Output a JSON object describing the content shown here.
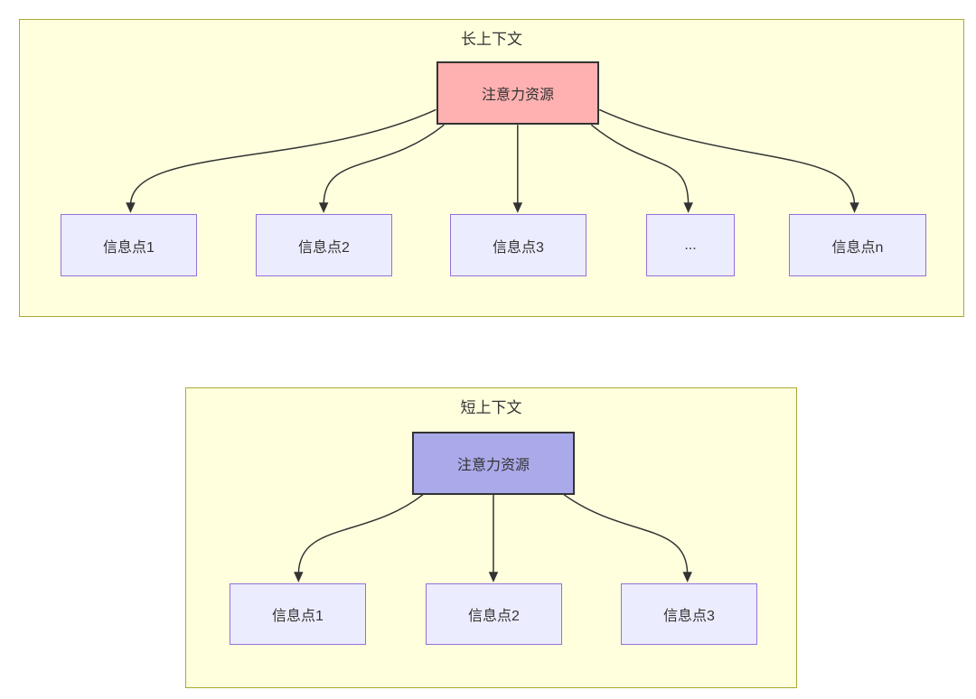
{
  "colors": {
    "page_bg": "#ffffff",
    "panel_fill": "#ffffde",
    "panel_border": "#aaaa33",
    "node_fill": "#ececff",
    "node_border": "#9370db",
    "attention_long_fill": "#ffb1b1",
    "attention_short_fill": "#aaaaea",
    "node_text": "#333333",
    "edge": "#333333"
  },
  "diagram": {
    "long_context": {
      "title": "长上下文",
      "attention_label": "注意力资源",
      "items": [
        "信息点1",
        "信息点2",
        "信息点3",
        "...",
        "信息点n"
      ]
    },
    "short_context": {
      "title": "短上下文",
      "attention_label": "注意力资源",
      "items": [
        "信息点1",
        "信息点2",
        "信息点3"
      ]
    }
  }
}
